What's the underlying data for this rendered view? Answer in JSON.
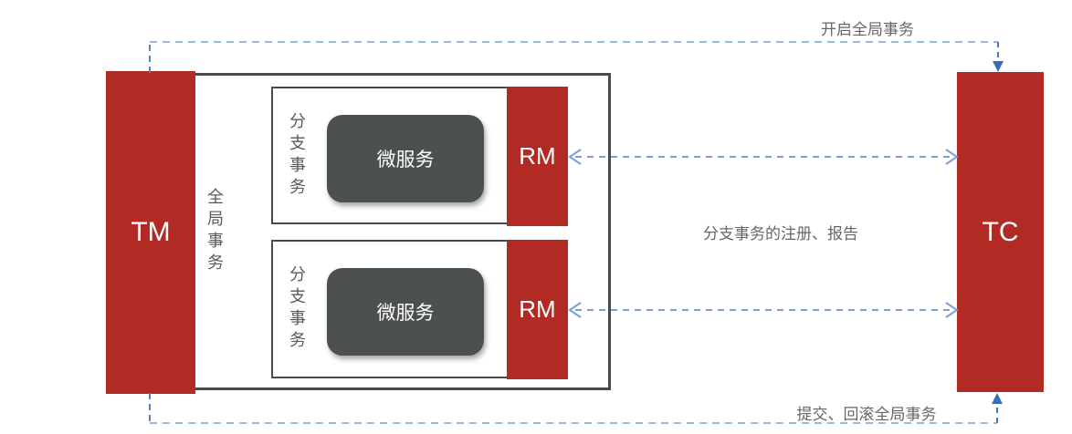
{
  "colors": {
    "brand_red": "#b12a24",
    "service_box_gray": "#4c5051",
    "frame_border_gray": "#474b4b",
    "label_gray": "#666666",
    "dash_blue_light": "#9ab8de",
    "dash_blue": "#7aa0d4",
    "dash_blue_dark": "#5b82bd",
    "arrow_blue": "#3c6cb5"
  },
  "nodes": {
    "tm": "TM",
    "tc": "TC",
    "global_transaction": "全局事务",
    "branches": [
      {
        "frame": "分支事务",
        "service": "微服务",
        "rm": "RM"
      },
      {
        "frame": "分支事务",
        "service": "微服务",
        "rm": "RM"
      }
    ]
  },
  "edges": {
    "open_global": "开启全局事务",
    "branch_report": "分支事务的注册、报告",
    "commit_rollback": "提交、回滚全局事务"
  }
}
